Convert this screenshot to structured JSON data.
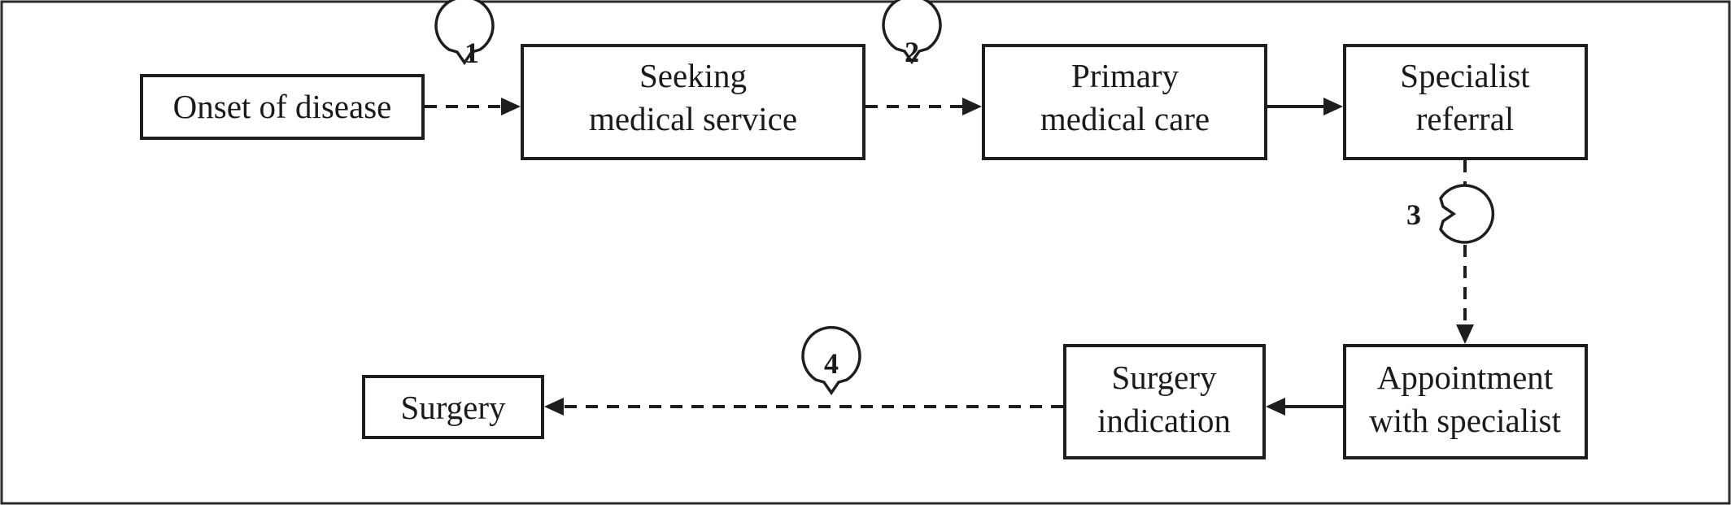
{
  "nodes": {
    "onset": "Onset of disease",
    "seeking_1": "Seeking",
    "seeking_2": "medical service",
    "primary_1": "Primary",
    "primary_2": "medical care",
    "specialist_1": "Specialist",
    "specialist_2": "referral",
    "appointment_1": "Appointment",
    "appointment_2": "with specialist",
    "indication_1": "Surgery",
    "indication_2": "indication",
    "surgery": "Surgery"
  },
  "delays": [
    "1",
    "2",
    "3",
    "4"
  ],
  "colors": {
    "stroke": "#1e1e1e",
    "text": "#1a1a1a",
    "background": "#ffffff"
  }
}
